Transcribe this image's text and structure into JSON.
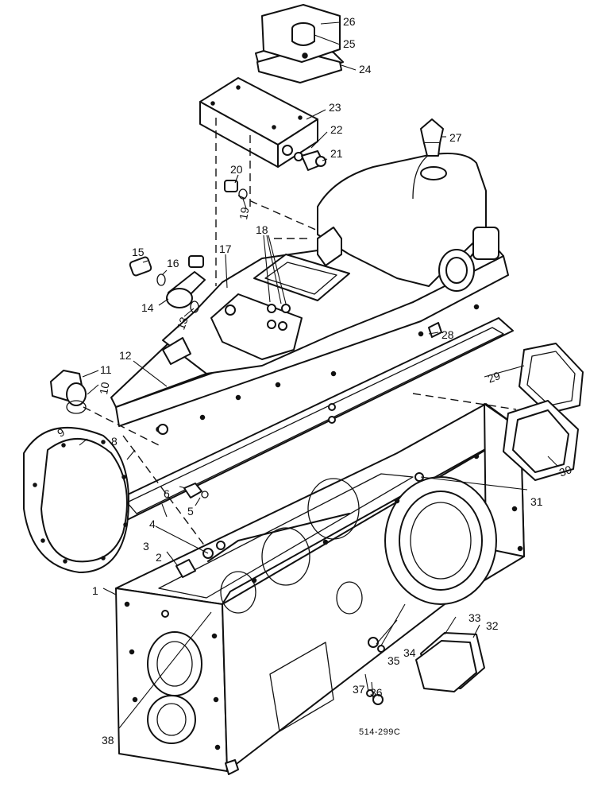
{
  "drawing_code": "514-299C",
  "callouts": [
    "1",
    "2",
    "3",
    "4",
    "5",
    "6",
    "8",
    "9",
    "10",
    "11",
    "12",
    "13",
    "14",
    "15",
    "16",
    "17",
    "18",
    "19",
    "20",
    "21",
    "22",
    "23",
    "24",
    "25",
    "26",
    "27",
    "28",
    "29",
    "30",
    "31",
    "32",
    "33",
    "34",
    "35",
    "36",
    "37",
    "38"
  ]
}
